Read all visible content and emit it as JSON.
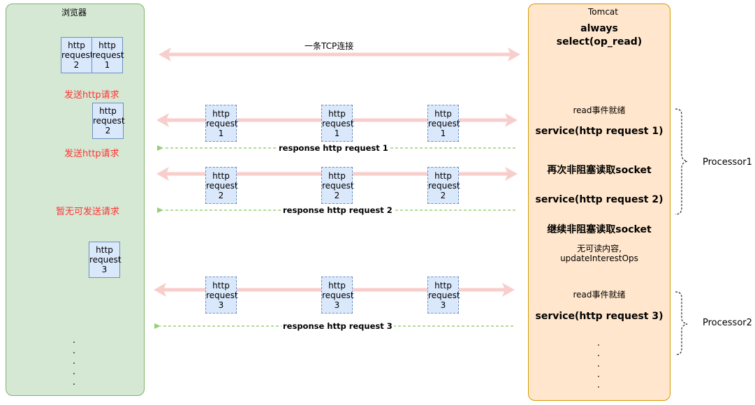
{
  "browser": {
    "title": "浏览器",
    "queued_requests": [
      {
        "line1": "http",
        "line2": "request",
        "line3": "2"
      },
      {
        "line1": "http",
        "line2": "request",
        "line3": "1"
      }
    ],
    "send_label_1": "发送http请求",
    "send_box_2": {
      "line1": "http",
      "line2": "request",
      "line3": "2"
    },
    "send_label_2": "发送http请求",
    "pause_label": "暂无可发送请求",
    "send_box_3": {
      "line1": "http",
      "line2": "request",
      "line3": "3"
    },
    "ellipsis": "·\n·\n·\n·\n·"
  },
  "connection_label": "一条TCP连接",
  "flows": [
    {
      "packet": {
        "line1": "http",
        "line2": "request",
        "line3": "1"
      },
      "response": "response http request 1"
    },
    {
      "packet": {
        "line1": "http",
        "line2": "request",
        "line3": "2"
      },
      "response": "response http request 2"
    },
    {
      "packet": {
        "line1": "http",
        "line2": "request",
        "line3": "3"
      },
      "response": "response http request 3"
    }
  ],
  "tomcat": {
    "title": "Tomcat",
    "always_line1": "always",
    "always_line2": "select(op_read)",
    "read_ready_1": "read事件就绪",
    "service_1": "service(http request 1)",
    "reread": "再次非阻塞读取socket",
    "service_2": "service(http request 2)",
    "continue_read": "继续非阻塞读取socket",
    "nothing_line1": "无可读内容,",
    "nothing_line2": "updateInterestOps",
    "read_ready_2": "read事件就绪",
    "service_3": "service(http request 3)",
    "ellipsis": "·\n·\n·\n·\n·"
  },
  "processors": [
    "Processor1",
    "Processor2"
  ],
  "colors": {
    "browser_fill": "#d5e8d4",
    "browser_border": "#82b366",
    "tomcat_fill": "#ffe6cc",
    "tomcat_border": "#d79b00",
    "box_fill": "#dae8fc",
    "box_border": "#6c8ebf",
    "arrow_request": "#f8cecc",
    "arrow_response": "#97d077",
    "send_text": "#ff3333"
  }
}
